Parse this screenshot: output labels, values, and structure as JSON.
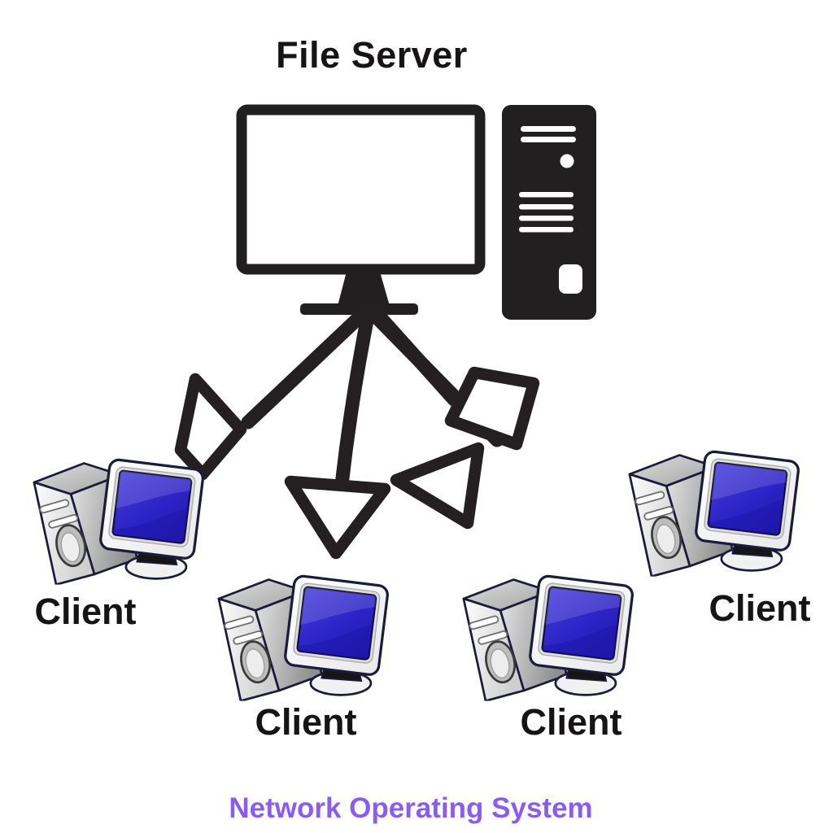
{
  "diagram": {
    "title": "File Server",
    "caption": {
      "text": "Network Operating System",
      "color": "#8a5cf5"
    },
    "server": {
      "label": "File Server",
      "icon": "server-desktop-icon"
    },
    "clients": [
      {
        "label": "Client",
        "position": "left"
      },
      {
        "label": "Client",
        "position": "bottom-left"
      },
      {
        "label": "Client",
        "position": "bottom-right"
      },
      {
        "label": "Client",
        "position": "right"
      }
    ],
    "connections": [
      {
        "from": "file-server",
        "to": "client-left"
      },
      {
        "from": "file-server",
        "to": "client-bottom-left"
      },
      {
        "from": "file-server",
        "to": "client-bottom-right"
      },
      {
        "from": "file-server",
        "to": "client-right"
      }
    ],
    "colors": {
      "ink": "#221f20",
      "text": "#161414",
      "client_screen_blue": "#2a21c4",
      "client_outline_navy": "#1b1b3c",
      "arrow": "#242021"
    }
  }
}
